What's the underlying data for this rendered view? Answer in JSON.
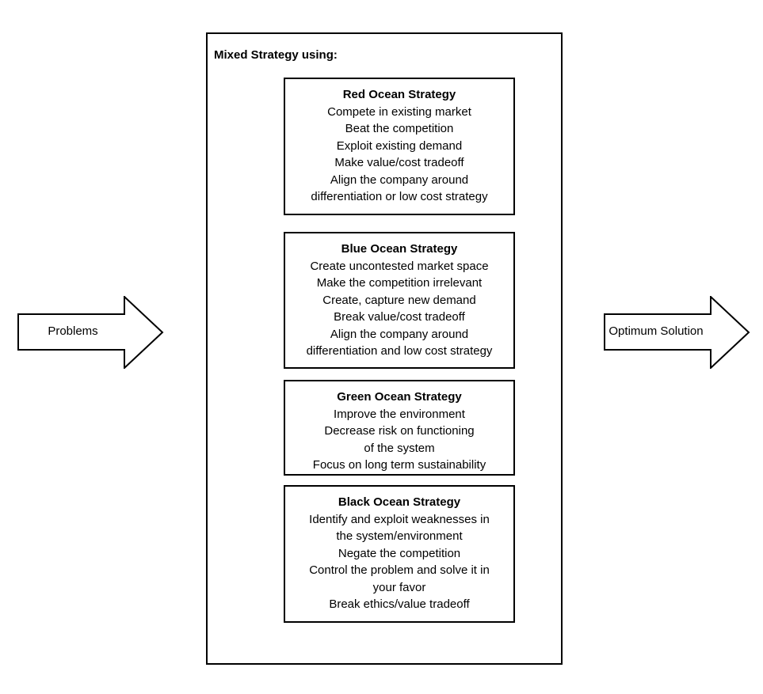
{
  "diagram": {
    "container_title": "Mixed Strategy using:",
    "border_color": "#000000",
    "background_color": "#ffffff"
  },
  "boxes": [
    {
      "title": "Red Ocean Strategy",
      "body": "Compete in existing market\nBeat the competition\nExploit existing demand\nMake value/cost tradeoff\nAlign the company around\ndifferentiation or low cost strategy"
    },
    {
      "title": "Blue Ocean Strategy",
      "body": "Create uncontested market space\nMake the competition irrelevant\nCreate, capture new demand\nBreak value/cost tradeoff\nAlign the company around\ndifferentiation and low cost strategy"
    },
    {
      "title": "Green Ocean Strategy",
      "body": "Improve the environment\nDecrease risk on functioning\nof the system\nFocus on long term sustainability"
    },
    {
      "title": "Black Ocean Strategy",
      "body": "Identify and exploit weaknesses in\nthe system/environment\nNegate the competition\nControl the problem and solve it in\nyour favor\nBreak ethics/value tradeoff"
    }
  ],
  "arrows": {
    "left_label": "Problems",
    "right_label": "Optimum Solution"
  }
}
